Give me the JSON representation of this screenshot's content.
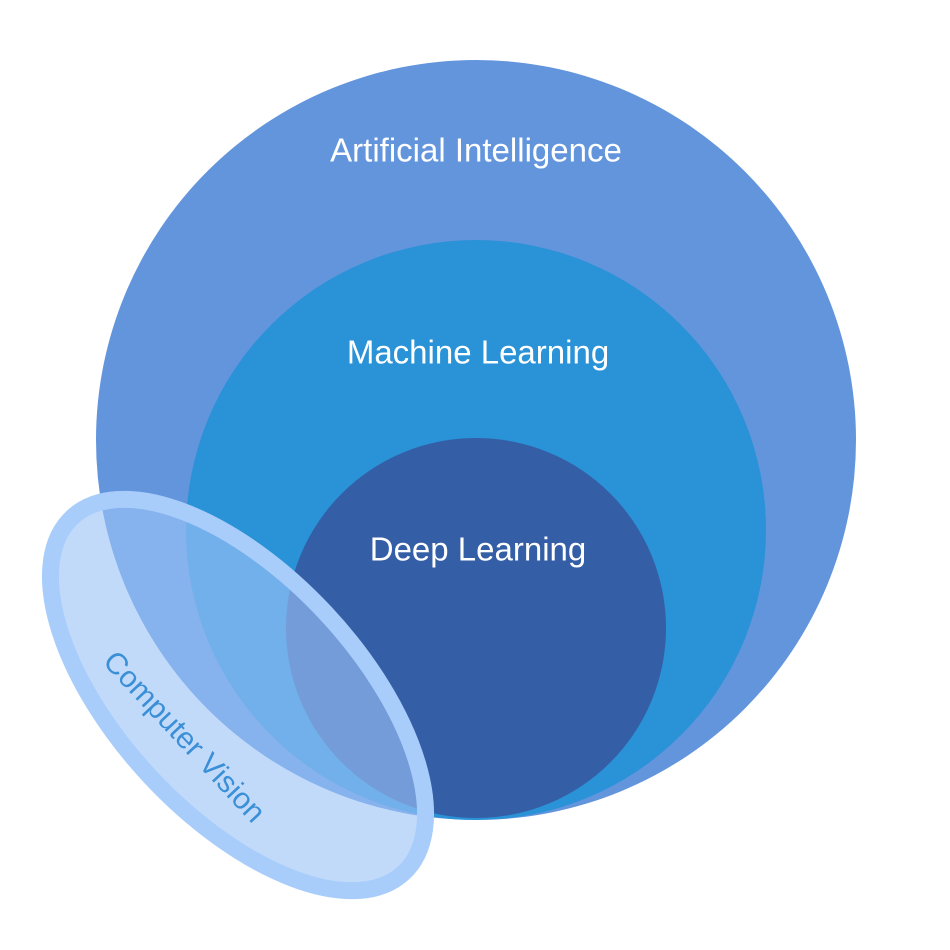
{
  "diagram": {
    "sets": {
      "ai": {
        "label": "Artificial Intelligence",
        "color": "#6395dd"
      },
      "ml": {
        "label": "Machine Learning",
        "color": "#2a92d6"
      },
      "dl": {
        "label": "Deep Learning",
        "color": "#345ea6"
      }
    },
    "overlay": {
      "label": "Computer Vision",
      "fill_color": "#9cc4f7",
      "ring_color": "#a9cdfb",
      "text_color": "#3a8fd6"
    }
  }
}
